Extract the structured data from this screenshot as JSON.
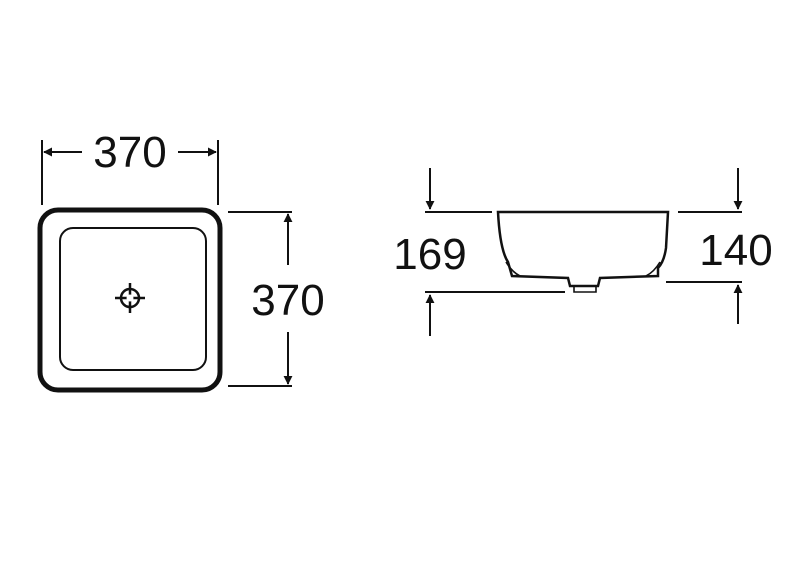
{
  "top_view": {
    "width_label": "370",
    "depth_label": "370",
    "icons": [
      "drain-crosshair-icon"
    ]
  },
  "side_view": {
    "left_height_label": "169",
    "right_height_label": "140"
  },
  "colors": {
    "line": "#111111",
    "background": "#ffffff"
  }
}
